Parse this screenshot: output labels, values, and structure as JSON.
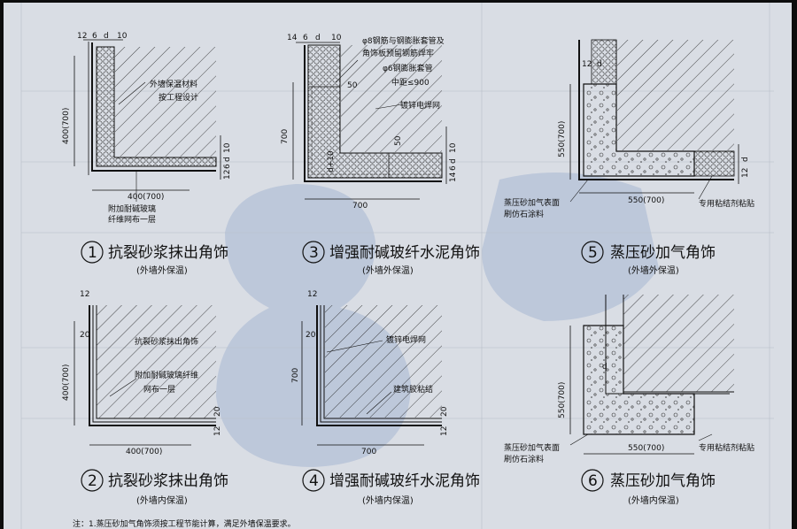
{
  "details": [
    {
      "number": "1",
      "title": "抗裂砂浆抹出角饰",
      "subtitle": "(外墙外保温)",
      "labels": [
        "外墙保温材料",
        "按工程设计",
        "附加耐碱玻璃",
        "纤维网布一层"
      ],
      "dims": {
        "top": [
          "12",
          "6",
          "d",
          "10"
        ],
        "vertical": "400(700)",
        "right": [
          "10",
          "d",
          "6",
          "12"
        ],
        "bottom": "400(700)"
      }
    },
    {
      "number": "2",
      "title": "抗裂砂浆抹出角饰",
      "subtitle": "(外墙内保温)",
      "labels": [
        "抗裂砂浆抹出角饰",
        "附加耐碱玻璃纤维",
        "网布一层"
      ],
      "dims": {
        "top": "12",
        "left_small": "20",
        "vertical": "400(700)",
        "right": [
          "20",
          "12"
        ],
        "bottom": "400(700)"
      }
    },
    {
      "number": "3",
      "title": "增强耐碱玻纤水泥角饰",
      "subtitle": "(外墙外保温)",
      "labels": [
        "φ8钢筋与钢膨胀套管及",
        "角饰板预留钢筋焊牢",
        "φ6钢膨胀套管",
        "中距≤900",
        "镀锌电焊网"
      ],
      "dims": {
        "top": [
          "14",
          "6",
          "d",
          "10"
        ],
        "vertical": "700",
        "right": [
          "10",
          "d",
          "6",
          "14"
        ],
        "bottom": "700",
        "inner": [
          "50",
          "50",
          "d+10"
        ]
      }
    },
    {
      "number": "4",
      "title": "增强耐碱玻纤水泥角饰",
      "subtitle": "(外墙内保温)",
      "labels": [
        "镀锌电焊网",
        "建筑胶粘结"
      ],
      "dims": {
        "top": "12",
        "left_small": "20",
        "vertical": "700",
        "right": [
          "20",
          "12"
        ],
        "bottom": "700"
      }
    },
    {
      "number": "5",
      "title": "蒸压砂加气角饰",
      "subtitle": "(外墙外保温)",
      "labels": [
        "蒸压砂加气表面",
        "刷仿石涂料",
        "专用粘结剂粘贴"
      ],
      "dims": {
        "top": [
          "12",
          "d"
        ],
        "vertical": "550(700)",
        "right": [
          "d",
          "12"
        ],
        "bottom": "550(700)"
      }
    },
    {
      "number": "6",
      "title": "蒸压砂加气角饰",
      "subtitle": "(外墙内保温)",
      "labels": [
        "蒸压砂加气表面",
        "刷仿石涂料",
        "专用粘结剂粘贴"
      ],
      "dims": {
        "vertical": "550(700)",
        "bottom": "550(700)",
        "inner": "d"
      }
    }
  ],
  "note": "注：1.蒸压砂加气角饰须按工程节能计算，满足外墙保温要求。"
}
